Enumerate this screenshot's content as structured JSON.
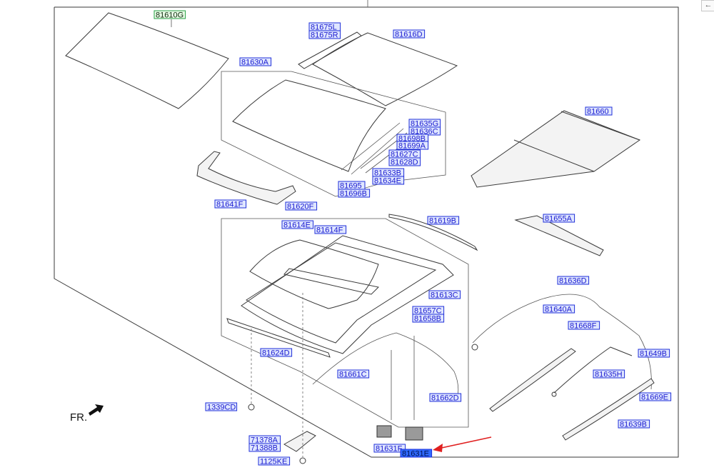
{
  "diagram": {
    "direction_label": "FR.",
    "back_icon": "arrow-left-icon",
    "highlight_arrow_color": "#e02020",
    "callouts": [
      {
        "id": "81610G",
        "style": "green"
      },
      {
        "id": "81675L"
      },
      {
        "id": "81675R"
      },
      {
        "id": "81616D"
      },
      {
        "id": "81630A"
      },
      {
        "id": "81635G"
      },
      {
        "id": "81636C"
      },
      {
        "id": "81698B"
      },
      {
        "id": "81699A"
      },
      {
        "id": "81627C"
      },
      {
        "id": "81628D"
      },
      {
        "id": "81633B"
      },
      {
        "id": "81634E"
      },
      {
        "id": "81695"
      },
      {
        "id": "81696B"
      },
      {
        "id": "81660"
      },
      {
        "id": "81641F"
      },
      {
        "id": "81620F"
      },
      {
        "id": "81619B"
      },
      {
        "id": "81655A"
      },
      {
        "id": "81614E"
      },
      {
        "id": "81614F"
      },
      {
        "id": "81613C"
      },
      {
        "id": "81636D"
      },
      {
        "id": "81657C"
      },
      {
        "id": "81658B"
      },
      {
        "id": "81640A"
      },
      {
        "id": "81668F"
      },
      {
        "id": "81649B"
      },
      {
        "id": "81624D"
      },
      {
        "id": "81661C"
      },
      {
        "id": "81635H"
      },
      {
        "id": "81662D"
      },
      {
        "id": "81669E"
      },
      {
        "id": "1339CD"
      },
      {
        "id": "81639B"
      },
      {
        "id": "71378A"
      },
      {
        "id": "71388B"
      },
      {
        "id": "81631F"
      },
      {
        "id": "81631E",
        "style": "highlight"
      },
      {
        "id": "1125KE"
      }
    ]
  }
}
